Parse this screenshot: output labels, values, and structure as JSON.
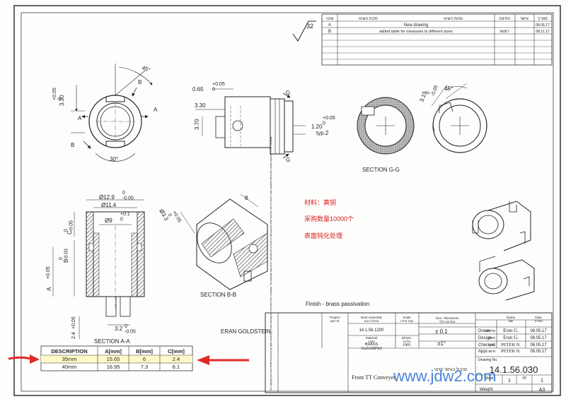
{
  "revision_table": {
    "headers": [
      "תאריך",
      "אישר",
      "חתימה",
      "מהות השינוי",
      "סיבת השינוי",
      "שינוי"
    ],
    "rows": [
      {
        "rev": "A",
        "description": "New drawing",
        "date": "08.05.17"
      },
      {
        "rev": "B",
        "description": "added table for measures to different sizes",
        "signature": "רומאו",
        "date": "08.11.17"
      }
    ]
  },
  "check_mark_number": "32",
  "view_top_left": {
    "angle_label": "45°",
    "angle_label_2": "30°",
    "dim_left": "3.30",
    "tol_left": "+0.05\n0",
    "sec_a": "A",
    "sec_b": "B"
  },
  "view_top_middle": {
    "d1": "0.65",
    "d1_tol": "+0.05\n0",
    "d2": "3.30",
    "d3": "3.70",
    "d4": "1.20",
    "d4_tol": "+0.05\n0",
    "typ": "typ.2",
    "g": "G"
  },
  "section_gg": {
    "title": "SECTION G-G",
    "dim": "3.15",
    "tol": "0\n-0.05",
    "angle": "45°"
  },
  "section_aa": {
    "title": "SECTION A-A",
    "od1": "Ø12.9",
    "od1_tol": "0\n-0.05",
    "od2": "Ø11.4",
    "od3": "Ø9",
    "od3_tol": "+0.1\n0",
    "c_label": "C",
    "c_tol": "0\n-0.05",
    "b_label": "B",
    "b_tol": "0\n-0.03",
    "a_label": "A",
    "a_tol": "+0.05",
    "dim_bottom": "3.2",
    "dim_bottom_tol": "0\n-0.05",
    "dim_left": "2.4",
    "dim_left_tol": "+0.05"
  },
  "section_bb": {
    "title": "SECTION B-B",
    "dia": "Ø3.3",
    "tol": "+0.05\n0",
    "dim": "8"
  },
  "notes_cn": [
    "材料：黄铜",
    "采购数量10000个",
    "表面钝化处理"
  ],
  "finish": "Finish - brass passivation",
  "author_stamp": "ERAN GOLDSTEIN",
  "dimension_table": {
    "headers": [
      "DESCRIPTION",
      "A[mm]",
      "B[mm]",
      "C[mm]"
    ],
    "rows": [
      [
        "35mm",
        "15.65",
        "6",
        "2.4"
      ],
      [
        "40mm",
        "16.95",
        "7.3",
        "6.1"
      ]
    ]
  },
  "title_block": {
    "project_label": "Project\nפרויקט",
    "next_assembly_label": "Next Assembly\nמכלול הבא",
    "scale_label": "Scale\nקנה מידה",
    "gen_tol_label": "Gen. Tolerances\nטולרנס כללי",
    "next_assembly": "14.1.56.1200",
    "material_label": "Material\nחומר",
    "material": "BRASS\nCuZn39Pb3",
    "dimen_label": "Dimen.\nמידות",
    "dimen": "mm",
    "tol1": "± 0.1",
    "tol2": "±1°",
    "roles": [
      "Drawn",
      "Design",
      "Checked",
      "Appr."
    ],
    "role_he": [
      "שרטט",
      "תכנן",
      "בדק",
      "אישר"
    ],
    "names": [
      "Eran G.",
      "Eran G.",
      "PETER N.",
      "PETER N."
    ],
    "dates": [
      "08.05.17",
      "08.05.17",
      "08.05.17",
      "08.05.17"
    ],
    "col_name": "Name\nשם",
    "col_date": "Date\nתאריך",
    "title": "Front TT Conveyer",
    "title_he": "סרביל בנתזר קדמי",
    "drawing_no_label": "Drawing No.",
    "drawing_no": "14.1.56.030",
    "sheet_label": "Sheet",
    "sheet": "1",
    "of_label": "Of",
    "of": "1",
    "weight_label": "Weight",
    "size": "A3",
    "copyright": "All copyright and other intellectual property rights pertaining to this drawing are reserved to the company. This drawing may not be reproduced or used for any purpose other than the one for which it was supplied without the written approval of the company."
  },
  "watermark": "www.jdw2.com",
  "colors": {
    "ink": "#222222",
    "hatch": "#555555",
    "red_note": "#d62020",
    "arrow": "#e02a2a",
    "table_fill": "#fff9c8",
    "watermark": "#2a6fd6"
  }
}
